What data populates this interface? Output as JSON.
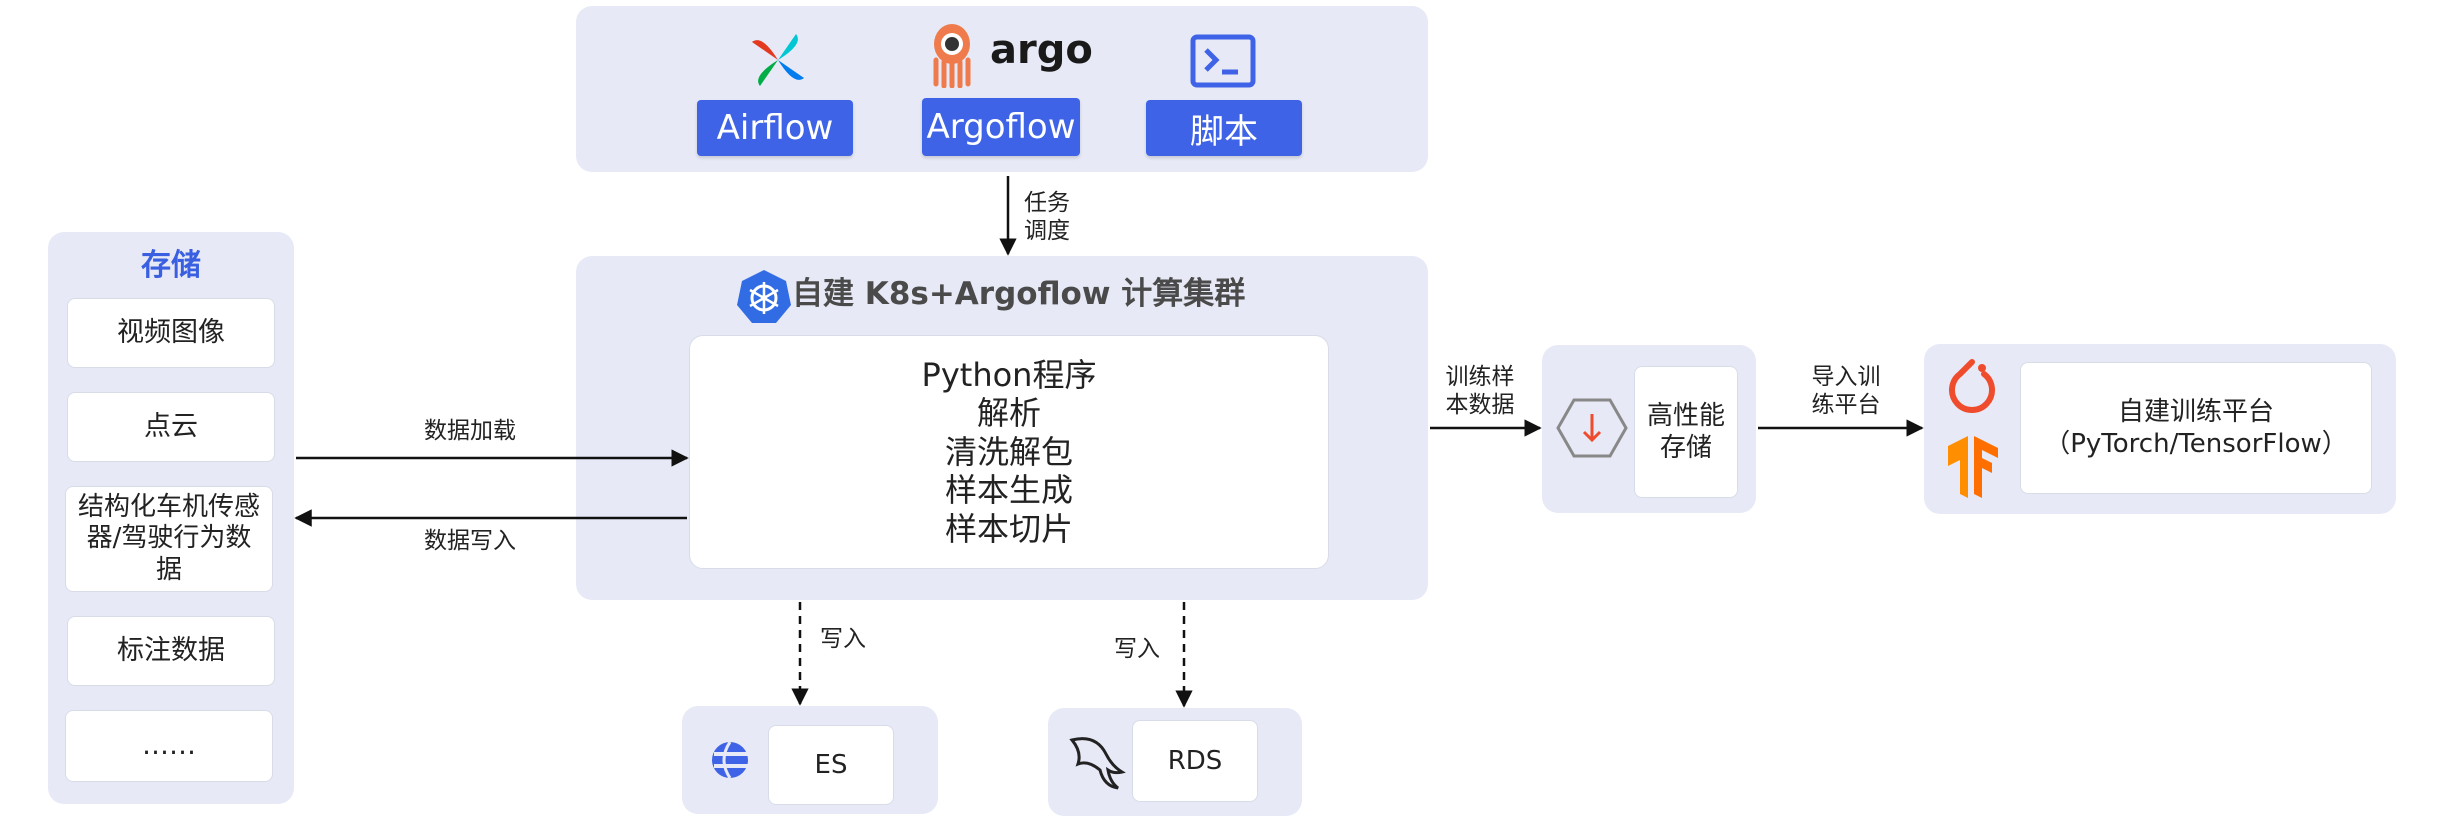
{
  "scheduler": {
    "buttons": [
      {
        "label": "Airflow"
      },
      {
        "label": "Argoflow"
      },
      {
        "label": "脚本"
      }
    ],
    "argo_logo_text": "argo"
  },
  "edges": {
    "task_schedule": [
      "任务",
      "调度"
    ],
    "data_load": "数据加载",
    "data_write": "数据写入",
    "train_samples": [
      "训练样",
      "本数据"
    ],
    "import_train": [
      "导入训",
      "练平台"
    ],
    "write_es": "写入",
    "write_rds": "写入"
  },
  "storage": {
    "title": "存储",
    "items": [
      {
        "label": "视频图像"
      },
      {
        "label": "点云"
      },
      {
        "label": "结构化车机传感器/驾驶行为数据",
        "lines": [
          "结构化车机传感",
          "器/驾驶行为数",
          "据"
        ]
      },
      {
        "label": "标注数据"
      },
      {
        "label": "……"
      }
    ]
  },
  "cluster": {
    "title": "自建 K8s+Argoflow 计算集群",
    "program_lines": [
      "Python程序",
      "解析",
      "清洗解包",
      "样本生成",
      "样本切片"
    ]
  },
  "hp_storage": {
    "label_lines": [
      "高性能",
      "存储"
    ]
  },
  "training": {
    "label_lines": [
      "自建训练平台",
      "（PyTorch/TensorFlow）"
    ]
  },
  "outputs": {
    "es": "ES",
    "rds": "RDS"
  },
  "colors": {
    "panel": "#e7eaf6",
    "accent_blue": "#3f63e6",
    "storage_title": "#3a5fe0",
    "pytorch": "#ee4c2c",
    "tensorflow": "#ff8f00",
    "k8s": "#326ce5"
  }
}
